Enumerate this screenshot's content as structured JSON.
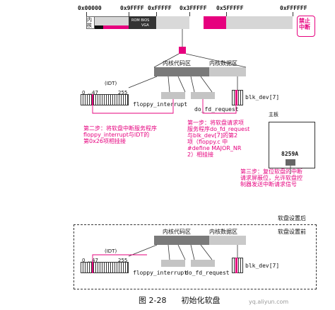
{
  "memory_map": {
    "addresses": [
      "0x00000",
      "0x9FFFF",
      "0xFFFFF",
      "0x3FFFFF",
      "0x5FFFFF",
      "0xFFFFFF"
    ],
    "kernel_label": "内核",
    "bios_label": "ROM BIOS",
    "vga_label": "VGA",
    "interrupt_disabled_label": "禁止中断"
  },
  "kernel_zoom": {
    "code_label": "内核代码区",
    "data_label": "内核数据区"
  },
  "idt": {
    "label": "(IDT)",
    "index_0": "0",
    "index_47": "47",
    "index_255": "255"
  },
  "handlers": {
    "floppy_interrupt": "floppy_interrupt",
    "do_fd_request": "do_fd_request",
    "blk_dev": "blk_dev[7]"
  },
  "steps": {
    "step1": [
      "第一步：将软盘请求项",
      "服务程序do_fd_request",
      "与blk_dev[7]的第2",
      "项（floppy.c 中",
      "#define MAJOR_NR",
      "2）相挂接"
    ],
    "step2": [
      "第二步：将软盘中断服务程序",
      "floppy_interrupt与IDT的",
      "第0x26项相挂接"
    ],
    "step3": [
      "第三步：复位软盘的中断",
      "请求屏蔽位，允许软盘控",
      "制器发送中断请求信号"
    ]
  },
  "motherboard": {
    "label": "主板",
    "chip": "8259A"
  },
  "states": {
    "after": "软盘设置后",
    "before": "软盘设置前"
  },
  "caption": {
    "number": "图 2-28",
    "title": "初始化软盘"
  },
  "watermark": "yq.aliyun.com",
  "colors": {
    "accent": "#e6007e",
    "dark_gray": "#555555",
    "mid_gray": "#9a9a9a",
    "light_gray": "#cfcfcf"
  }
}
